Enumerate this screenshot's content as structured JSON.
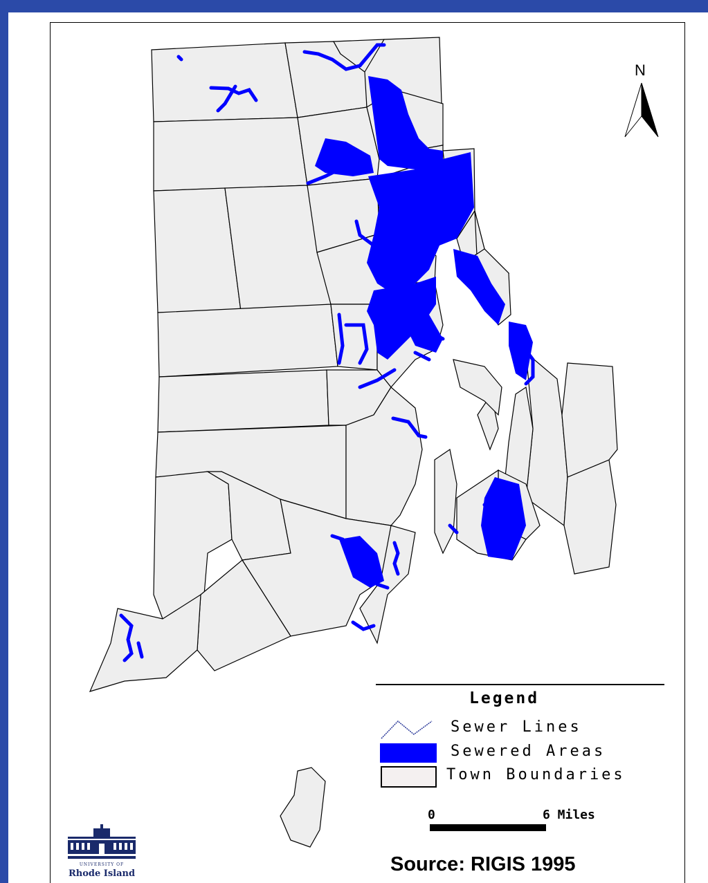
{
  "map": {
    "north_label": "N",
    "legend": {
      "title": "Legend",
      "items": [
        {
          "label": "Sewer Lines",
          "color": "#0000ff"
        },
        {
          "label": "Sewered Areas",
          "color": "#0000ff"
        },
        {
          "label": "Town Boundaries",
          "color": "#f2f2f2"
        }
      ]
    },
    "scale_bar": {
      "start_label": "0",
      "end_label": "6 Miles"
    },
    "source": "Source: RIGIS 1995",
    "colors": {
      "sewer": "#0000ff",
      "town_fill": "#eeeeee",
      "border": "#2b4aa8"
    }
  },
  "logo": {
    "line1": "UNIVERSITY OF",
    "line2": "Rhode Island"
  }
}
